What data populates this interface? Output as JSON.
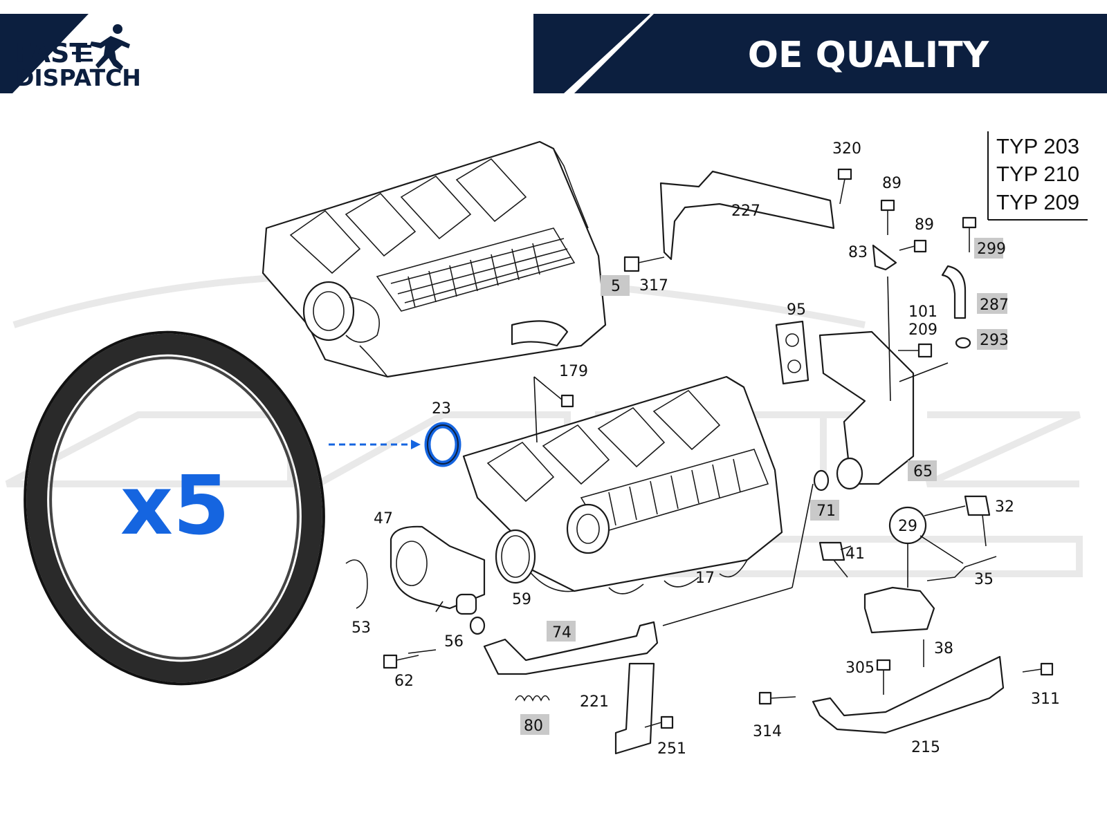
{
  "header": {
    "left_badge_line1": "FAST",
    "left_badge_line2": "DISPATCH",
    "right_banner": "OE QUALITY",
    "colors": {
      "navy": "#0c1f3f",
      "white": "#ffffff",
      "accent_blue": "#1565e0"
    }
  },
  "product": {
    "quantity_label": "x5",
    "ring_part_number": "23"
  },
  "typ_box": [
    "TYP 203",
    "TYP 210",
    "TYP 209"
  ],
  "callouts": {
    "c320": "320",
    "c89a": "89",
    "c89b": "89",
    "c227": "227",
    "c299": "299",
    "c83": "83",
    "c317": "317",
    "c5": "5",
    "c287": "287",
    "c95": "95",
    "c101": "101",
    "c209": "209",
    "c293": "293",
    "c179": "179",
    "c23": "23",
    "c65": "65",
    "c71": "71",
    "c32": "32",
    "c29": "29",
    "c47": "47",
    "c41": "41",
    "c35": "35",
    "c17": "17",
    "c59": "59",
    "c53": "53",
    "c56": "56",
    "c74": "74",
    "c38": "38",
    "c305": "305",
    "c62": "62",
    "c311": "311",
    "c221": "221",
    "c80": "80",
    "c314": "314",
    "c251": "251",
    "c215": "215"
  }
}
